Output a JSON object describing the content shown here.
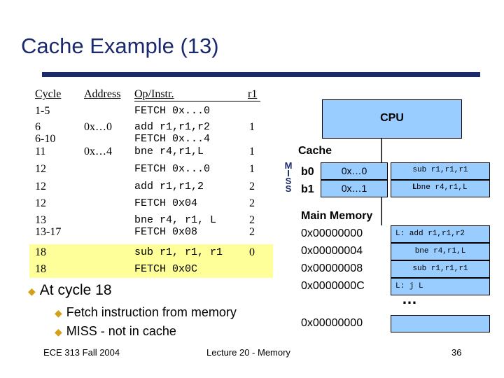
{
  "title": "Cache Example (13)",
  "table": {
    "headers": {
      "cycle": "Cycle",
      "address": "Address",
      "instr": "Op/Instr.",
      "r1": "r1"
    },
    "rows": [
      {
        "cycle": "1-5",
        "address": "",
        "instr": "FETCH 0x...0",
        "r1": ""
      },
      {
        "cycle": "6",
        "address": "0x…0",
        "instr": "add r1,r1,r2",
        "r1": "1"
      },
      {
        "cycle": "6-10",
        "address": "",
        "instr": "FETCH 0x...4",
        "r1": ""
      },
      {
        "cycle": "11",
        "address": "0x…4",
        "instr": "bne r4,r1,L",
        "r1": "1"
      },
      {
        "cycle": "12",
        "address": "",
        "instr": "FETCH 0x...0",
        "r1": "1"
      },
      {
        "cycle": "12",
        "address": "",
        "instr": "add r1,r1,2",
        "r1": "2"
      },
      {
        "cycle": "12",
        "address": "",
        "instr": "FETCH 0x04",
        "r1": "2"
      },
      {
        "cycle": "13",
        "address": "",
        "instr": "bne r4, r1, L",
        "r1": "2"
      },
      {
        "cycle": "13-17",
        "address": "",
        "instr": "FETCH 0x08",
        "r1": "2"
      },
      {
        "cycle": "18",
        "address": "",
        "instr": "sub r1, r1, r1",
        "r1": "0"
      },
      {
        "cycle": "18",
        "address": "",
        "instr": "FETCH 0x0C",
        "r1": ""
      }
    ]
  },
  "bullets": {
    "main": "At cycle 18",
    "sub1": "Fetch instruction from memory",
    "sub2": "MISS - not in cache"
  },
  "cpu": {
    "label": "CPU"
  },
  "cache": {
    "label": "Cache",
    "miss_letters": [
      "M",
      "I",
      "S",
      "S"
    ],
    "rows": [
      {
        "tag": "b0",
        "addr": "0x…0",
        "data": "sub r1,r1,r1"
      },
      {
        "tag": "b1",
        "addr": "0x…1",
        "data": "bne r4,r1,L",
        "marker": "L"
      }
    ]
  },
  "memory": {
    "label": "Main Memory",
    "rows": [
      {
        "addr": "0x00000000",
        "data": "L: add r1,r1,r2"
      },
      {
        "addr": "0x00000004",
        "data": "bne r4,r1,L"
      },
      {
        "addr": "0x00000008",
        "data": "sub r1,r1,r1"
      },
      {
        "addr": "0x0000000C",
        "data": "L: j L"
      }
    ],
    "ellipsis": "…",
    "last_addr": "0x00000000"
  },
  "footer": {
    "left": "ECE 313 Fall 2004",
    "center": "Lecture 20 - Memory",
    "right": "36"
  },
  "colors": {
    "title": "#1a2a6c",
    "highlight": "#ffff99",
    "box_fill": "#99ccff",
    "bullet_symbol": "#d4a017"
  }
}
